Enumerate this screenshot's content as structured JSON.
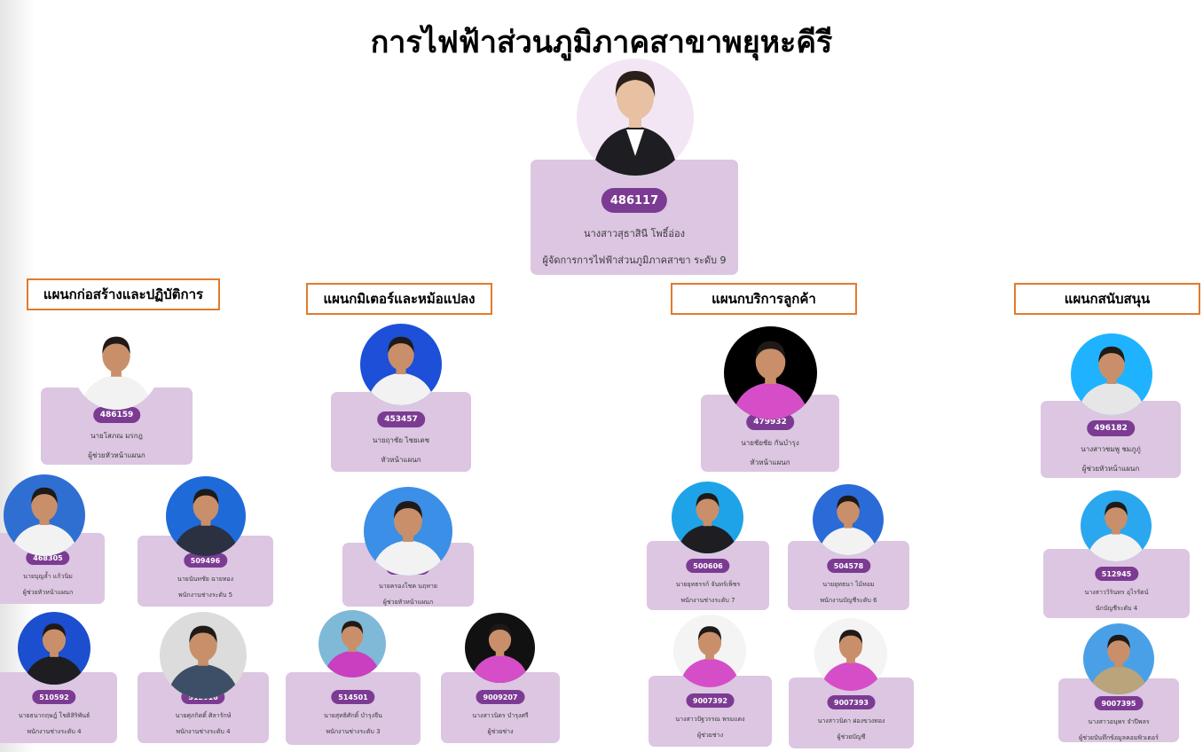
{
  "title": "การไฟฟ้าส่วนภูมิภาคสาขาพยุหะคีรี",
  "colors": {
    "card": "#dcc6e2",
    "badge": "#7c3b93",
    "dept_border": "#e07b2e"
  },
  "manager": {
    "id": "486117",
    "name": "นางสาวสุธาสินี โพธิ์อ่อง",
    "position": "ผู้จัดการการไฟฟ้าส่วนภูมิภาคสาขา ระดับ 9"
  },
  "departments": [
    "แผนกก่อสร้างและปฏิบัติการ",
    "แผนกมิเตอร์และหม้อแปลง",
    "แผนกบริการลูกค้า",
    "แผนกสนับสนุน"
  ],
  "people": [
    {
      "id": "486159",
      "name": "นายโสภณ มรกฎ",
      "position": "ผู้ช่วยหัวหน้าแผนก"
    },
    {
      "id": "468305",
      "name": "นายบุญล้ำ แก้วนิม",
      "position": "ผู้ช่วยหัวหน้าแผนก"
    },
    {
      "id": "509496",
      "name": "นายนันทชัย ฉายทอง",
      "position": "พนักงานช่างระดับ 5"
    },
    {
      "id": "510592",
      "name": "นายธนากฤษฎ์ โชติสิริพันธ์",
      "position": "พนักงานช่างระดับ 4"
    },
    {
      "id": "512016",
      "name": "นายศุภกิตติ์ ศิลารักษ์",
      "position": "พนักงานช่างระดับ 4"
    },
    {
      "id": "453457",
      "name": "นายฤาชัย ไชยเดช",
      "position": "หัวหน้าแผนก"
    },
    {
      "id": "500318",
      "name": "นายครองโชค นฤหาย",
      "position": "ผู้ช่วยหัวหน้าแผนก"
    },
    {
      "id": "514501",
      "name": "นายสุทธิศักดิ์ บำรุงจีน",
      "position": "พนักงานช่างระดับ 3"
    },
    {
      "id": "9009207",
      "name": "นางสาวนิตร บำรุงศรี",
      "position": "ผู้ช่วยช่าง"
    },
    {
      "id": "479932",
      "name": "นายชัยชัย กันบำรุง",
      "position": "หัวหน้าแผนก"
    },
    {
      "id": "500606",
      "name": "นายยุทธรรก์ จันทร์เพ็ชร",
      "position": "พนักงานช่างระดับ 7"
    },
    {
      "id": "504578",
      "name": "นายยุทธนา ไม้หอม",
      "position": "พนักงานบัญชีระดับ 6"
    },
    {
      "id": "9007392",
      "name": "นางสาวปัฐวรรณ พรมแดง",
      "position": "ผู้ช่วยช่าง"
    },
    {
      "id": "9007393",
      "name": "นางสาวนิดา ฝองขวงทอง",
      "position": "ผู้ช่วยบัญชี"
    },
    {
      "id": "496182",
      "name": "นางสาวชมพู ชมภูภู่",
      "position": "ผู้ช่วยหัวหน้าแผนก"
    },
    {
      "id": "512945",
      "name": "นางสาววิรินทร อุไรรัตน์",
      "position": "นักบัญชีระดับ 4"
    },
    {
      "id": "9007395",
      "name": "นางสาวอนุพร จำปีพลร",
      "position": "ผู้ช่วยบันทึกข้อมูลคอมพิวเตอร์"
    }
  ]
}
